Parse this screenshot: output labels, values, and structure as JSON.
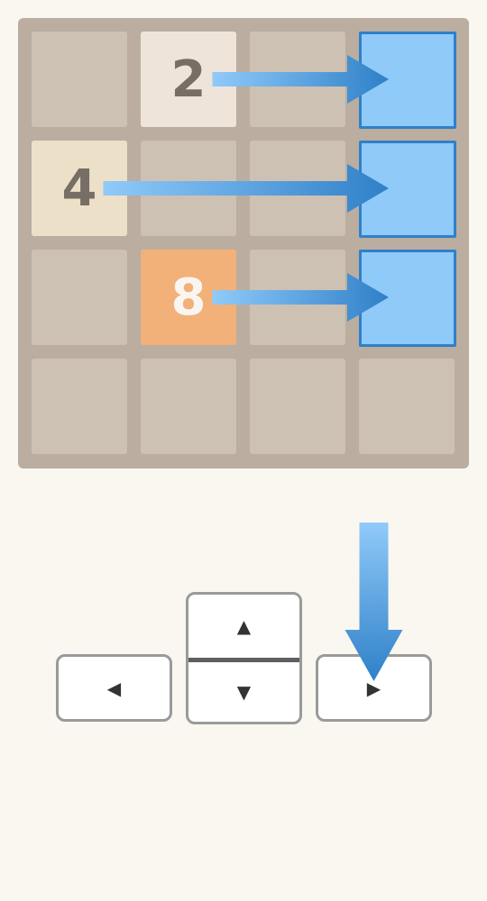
{
  "board": {
    "size": 4,
    "background": "#bbada0",
    "empty_cell_color": "#cdc1b4",
    "tiles": [
      {
        "row": 0,
        "col": 1,
        "value": "2",
        "bg": "#eee4da",
        "fg": "#776e65"
      },
      {
        "row": 1,
        "col": 0,
        "value": "4",
        "bg": "#ede0c8",
        "fg": "#776e65"
      },
      {
        "row": 2,
        "col": 1,
        "value": "8",
        "bg": "#f2b179",
        "fg": "#f9f6f2"
      }
    ],
    "highlighted_targets": [
      {
        "row": 0,
        "col": 3
      },
      {
        "row": 1,
        "col": 3
      },
      {
        "row": 2,
        "col": 3
      }
    ],
    "move_arrows": [
      {
        "row": 0,
        "from_col": 1,
        "to_col": 3
      },
      {
        "row": 1,
        "from_col": 0,
        "to_col": 3
      },
      {
        "row": 2,
        "from_col": 1,
        "to_col": 3
      }
    ],
    "target_fill": "#90caf9",
    "target_border": "#2f80c8"
  },
  "controls": {
    "left": {
      "glyph": "◀"
    },
    "up": {
      "glyph": "▲"
    },
    "down": {
      "glyph": "▼"
    },
    "right": {
      "glyph": "▶"
    },
    "hint_arrow_target": "right",
    "arrow_color_start": "#90caf9",
    "arrow_color_end": "#2f80c8"
  }
}
